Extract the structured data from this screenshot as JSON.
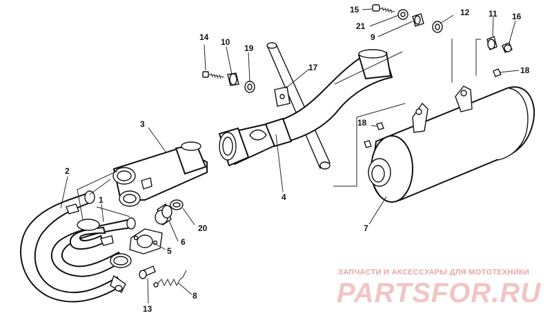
{
  "callouts": {
    "c1": "1",
    "c2": "2",
    "c3": "3",
    "c4": "4",
    "c5": "5",
    "c6": "6",
    "c7": "7",
    "c8": "8",
    "c9": "9",
    "c10": "10",
    "c11": "11",
    "c12": "12",
    "c13": "13",
    "c14": "14",
    "c15": "15",
    "c16": "16",
    "c17": "17",
    "c18a": "18",
    "c18b": "18",
    "c19": "19",
    "c20": "20",
    "c21": "21"
  },
  "watermark": {
    "tagline": "ЗАПЧАСТИ И АКСЕССУАРЫ ДЛЯ МОТОТЕХНИКИ",
    "brand": "PARTSFOR.RU"
  }
}
